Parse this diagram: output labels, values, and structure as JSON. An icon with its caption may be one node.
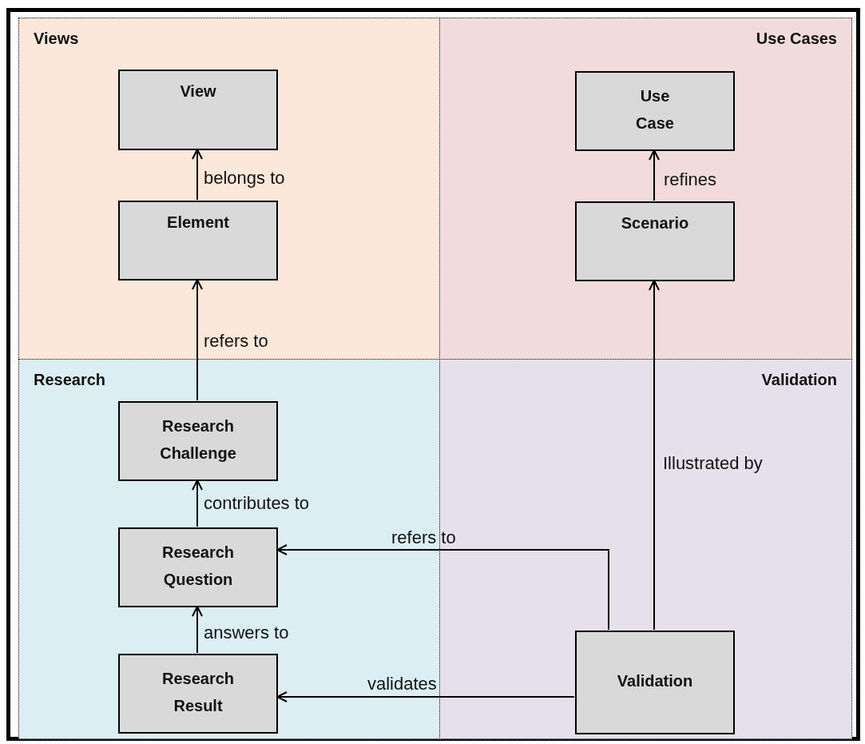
{
  "diagram": {
    "nodes": [
      {
        "text": [
          "Views"
        ]
      },
      {
        "text": [
          "Use Cases"
        ]
      },
      {
        "text": [
          "Research"
        ]
      },
      {
        "text": [
          "Validation"
        ]
      },
      {
        "text": [
          "View"
        ],
        "in": 0
      },
      {
        "text": [
          "Element"
        ],
        "in": 0
      },
      {
        "text": [
          "Use Case"
        ],
        "in": 1
      },
      {
        "text": [
          "Scenario"
        ],
        "in": 1
      },
      {
        "text": [
          "Research Challenge"
        ],
        "in": 2
      },
      {
        "text": [
          "Research Question"
        ],
        "in": 2
      },
      {
        "text": [
          "Research Result"
        ],
        "in": 2
      },
      {
        "text": [
          "Validation"
        ],
        "in": 3
      }
    ],
    "edges": [
      {
        "from": 5,
        "to": 4,
        "arrow": "to",
        "label": "belongs to"
      },
      {
        "from": 8,
        "to": 5,
        "arrow": "to",
        "label": "refers to"
      },
      {
        "from": 9,
        "to": 8,
        "arrow": "to",
        "label": "contributes to"
      },
      {
        "from": 10,
        "to": 9,
        "arrow": "to",
        "label": "answers to"
      },
      {
        "from": 7,
        "to": 6,
        "arrow": "to",
        "label": "refines"
      },
      {
        "from": 11,
        "to": 7,
        "arrow": "to",
        "label": "Illustrated by"
      },
      {
        "from": 11,
        "to": 9,
        "arrow": "to",
        "label": "refers to"
      },
      {
        "from": 11,
        "to": 10,
        "arrow": "to",
        "label": "validates"
      }
    ]
  }
}
